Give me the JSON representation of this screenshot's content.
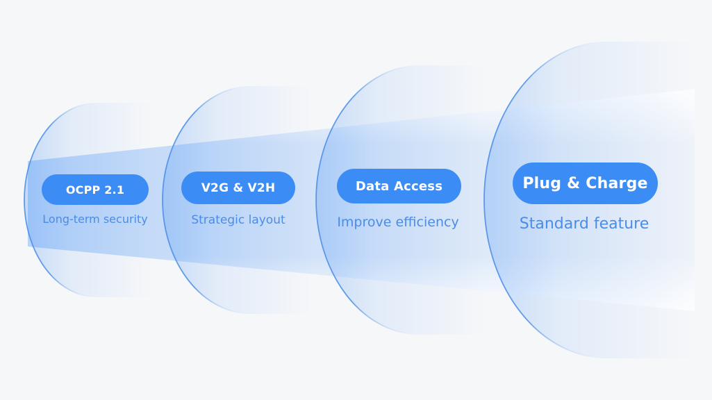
{
  "stages": [
    {
      "badge": "OCPP 2.1",
      "caption": "Long-term security"
    },
    {
      "badge": "V2G & V2H",
      "caption": "Strategic layout"
    },
    {
      "badge": "Data Access",
      "caption": "Improve efficiency"
    },
    {
      "badge": "Plug & Charge",
      "caption": "Standard feature"
    }
  ],
  "colors": {
    "background": "#f6f7f9",
    "accent": "#3c8cf5",
    "arc_stroke": "#4a8ce6",
    "caption_text": "#4a8ce6",
    "badge_text": "#ffffff"
  }
}
